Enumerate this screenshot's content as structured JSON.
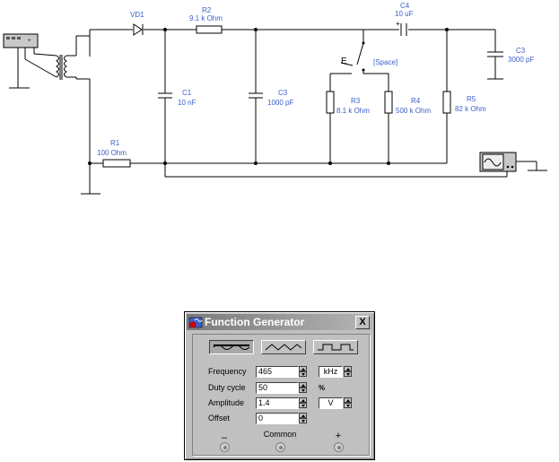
{
  "schematic": {
    "components": {
      "vd1": "VD1",
      "r2_name": "R2",
      "r2_value": "9.1 k Ohm",
      "c4_name": "C4",
      "c4_value": "10 uF",
      "c3a_name": "C3",
      "c3a_value": "3000 pF",
      "c1_name": "C1",
      "c1_value": "10 nF",
      "c3b_name": "C3",
      "c3b_value": "1000 pF",
      "r3_name": "R3",
      "r3_value": "8.1 k Ohm",
      "r4_name": "R4",
      "r4_value": "500 k Ohm",
      "r5_name": "R5",
      "r5_value": "82 k Ohm",
      "r1_name": "R1",
      "r1_value": "100  Ohm",
      "switch_key_label": "E",
      "switch_hint": "[Space]"
    }
  },
  "function_generator": {
    "title": "Function Generator",
    "close_glyph": "X",
    "waveforms": [
      "sine",
      "triangle",
      "square"
    ],
    "selected_waveform": "sine",
    "frequency": {
      "label": "Frequency",
      "value": "465",
      "unit": "kHz"
    },
    "duty_cycle": {
      "label": "Duty cycle",
      "value": "50",
      "unit": "%"
    },
    "amplitude": {
      "label": "Amplitude",
      "value": "1.4",
      "unit": "V"
    },
    "offset": {
      "label": "Offset",
      "value": "0"
    },
    "terminals": {
      "minus": "–",
      "common": "Common",
      "plus": "+"
    }
  }
}
